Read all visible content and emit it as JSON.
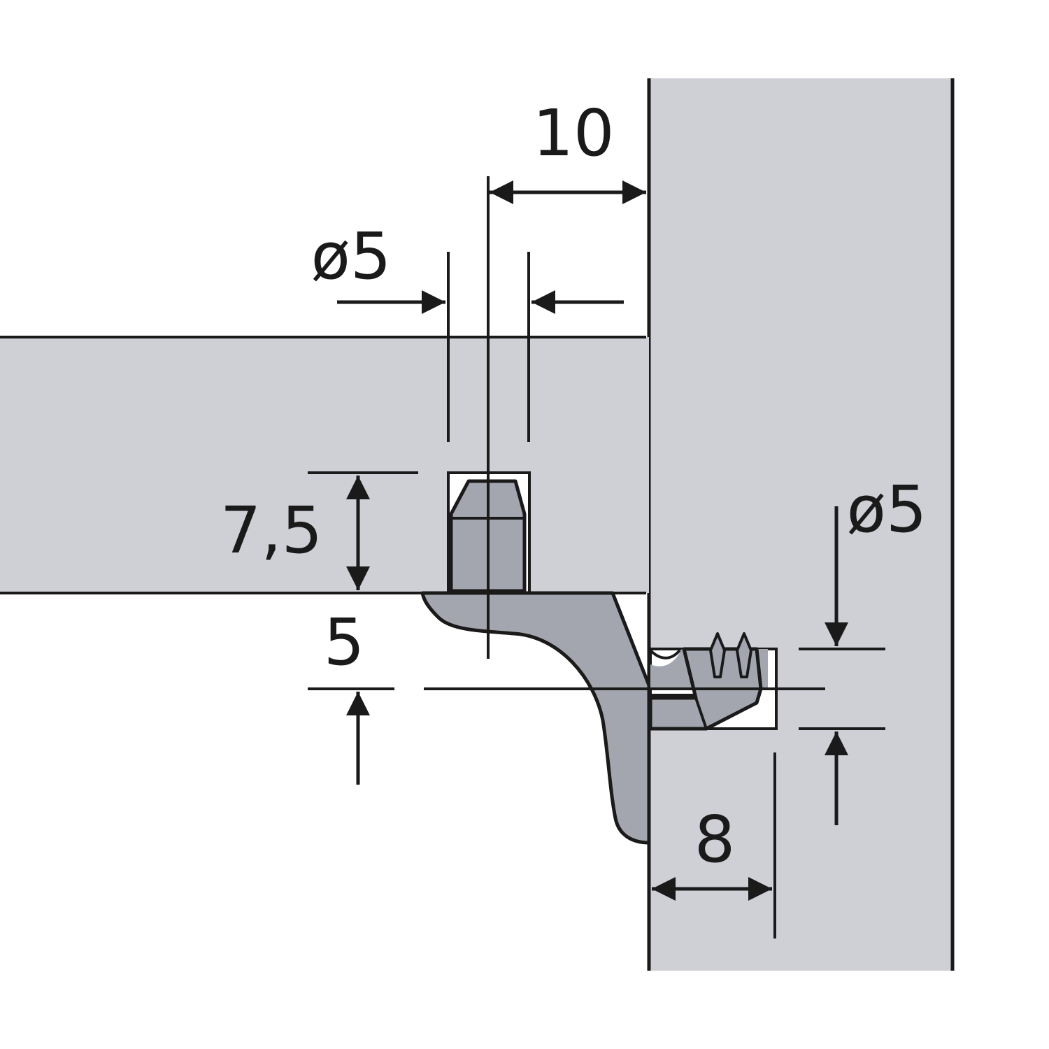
{
  "diagram": {
    "colors": {
      "panel": "#cfd0d6",
      "part": "#a3a6ae",
      "stroke": "#1a1a1a",
      "background": "#ffffff"
    },
    "labels": {
      "top_offset": "10",
      "top_diameter": "ø5",
      "pin_depth": "7,5",
      "bracket_offset": "5",
      "side_diameter": "ø5",
      "side_depth": "8"
    }
  }
}
